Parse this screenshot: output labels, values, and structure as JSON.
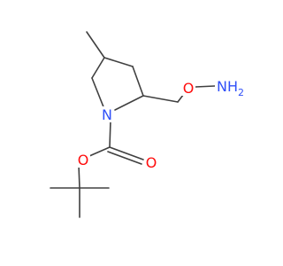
{
  "atoms": [
    {
      "id": "n_ring",
      "symbol": "N",
      "color": "#3050F8"
    },
    {
      "id": "o_ether",
      "symbol": "O",
      "color": "#FF0D0D"
    },
    {
      "id": "nh2",
      "symbol": "NH",
      "subscript": "2",
      "color": "#3050F8"
    },
    {
      "id": "o_ester",
      "symbol": "O",
      "color": "#FF0D0D"
    },
    {
      "id": "o_carbonyl",
      "symbol": "O",
      "color": "#FF0D0D"
    }
  ],
  "bond_color": "#404040"
}
